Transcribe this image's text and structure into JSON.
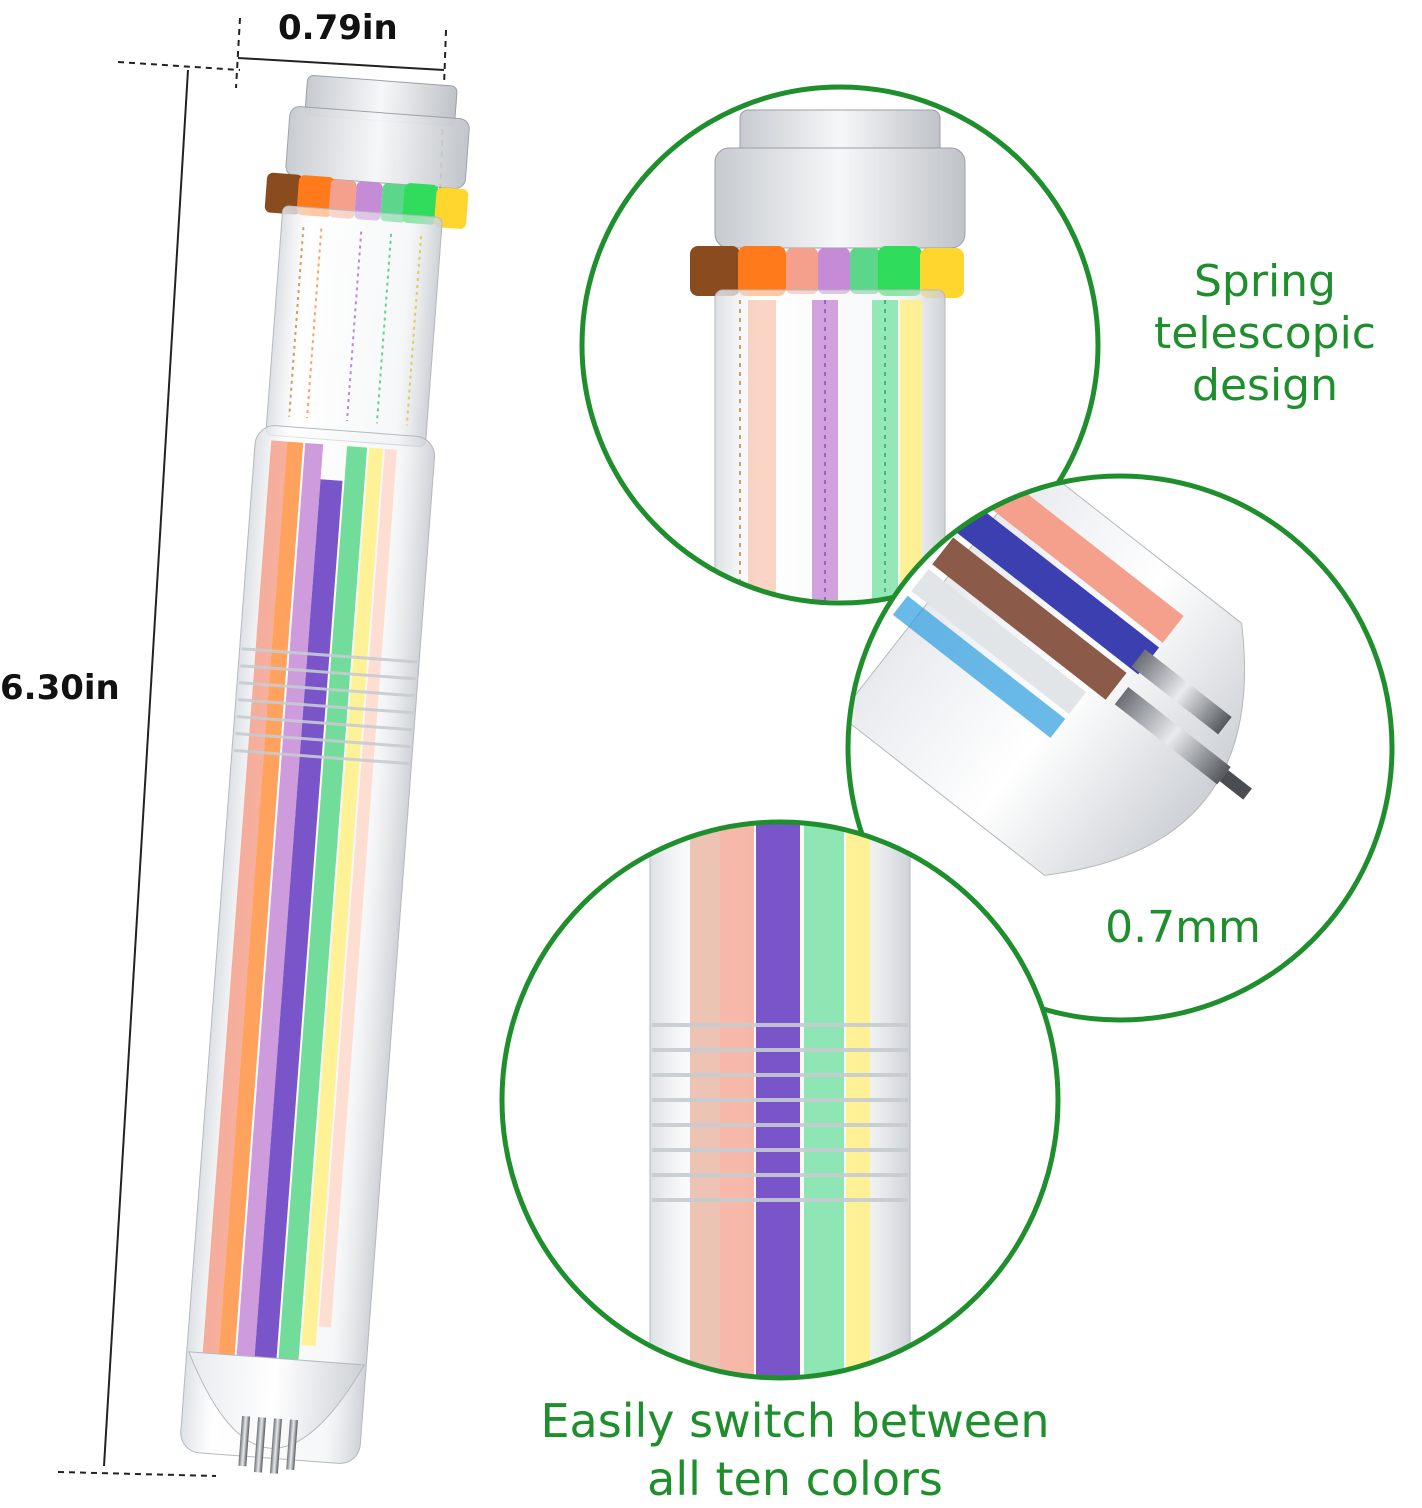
{
  "product": {
    "name": "10-in-1 multicolor retractable ballpoint pen",
    "colors": {
      "accent_green": "#1f8f2e",
      "dimension_text": "#111111",
      "refill_colors": [
        "#8a4b1f",
        "#ff7a1a",
        "#f4a08c",
        "#c58bd6",
        "#7a55c9",
        "#3b3fb0",
        "#5bd68a",
        "#2fdc5c",
        "#fff08a",
        "#ffd62e"
      ]
    }
  },
  "dimensions": {
    "width": "0.79in",
    "length": "6.30in"
  },
  "callouts": {
    "spring": "Spring telescopic design",
    "spring_line1": "Spring",
    "spring_line2": "telescopic",
    "spring_line3": "design",
    "tip": "0.7mm",
    "switch_line1": "Easily switch between",
    "switch_line2": "all ten colors"
  }
}
